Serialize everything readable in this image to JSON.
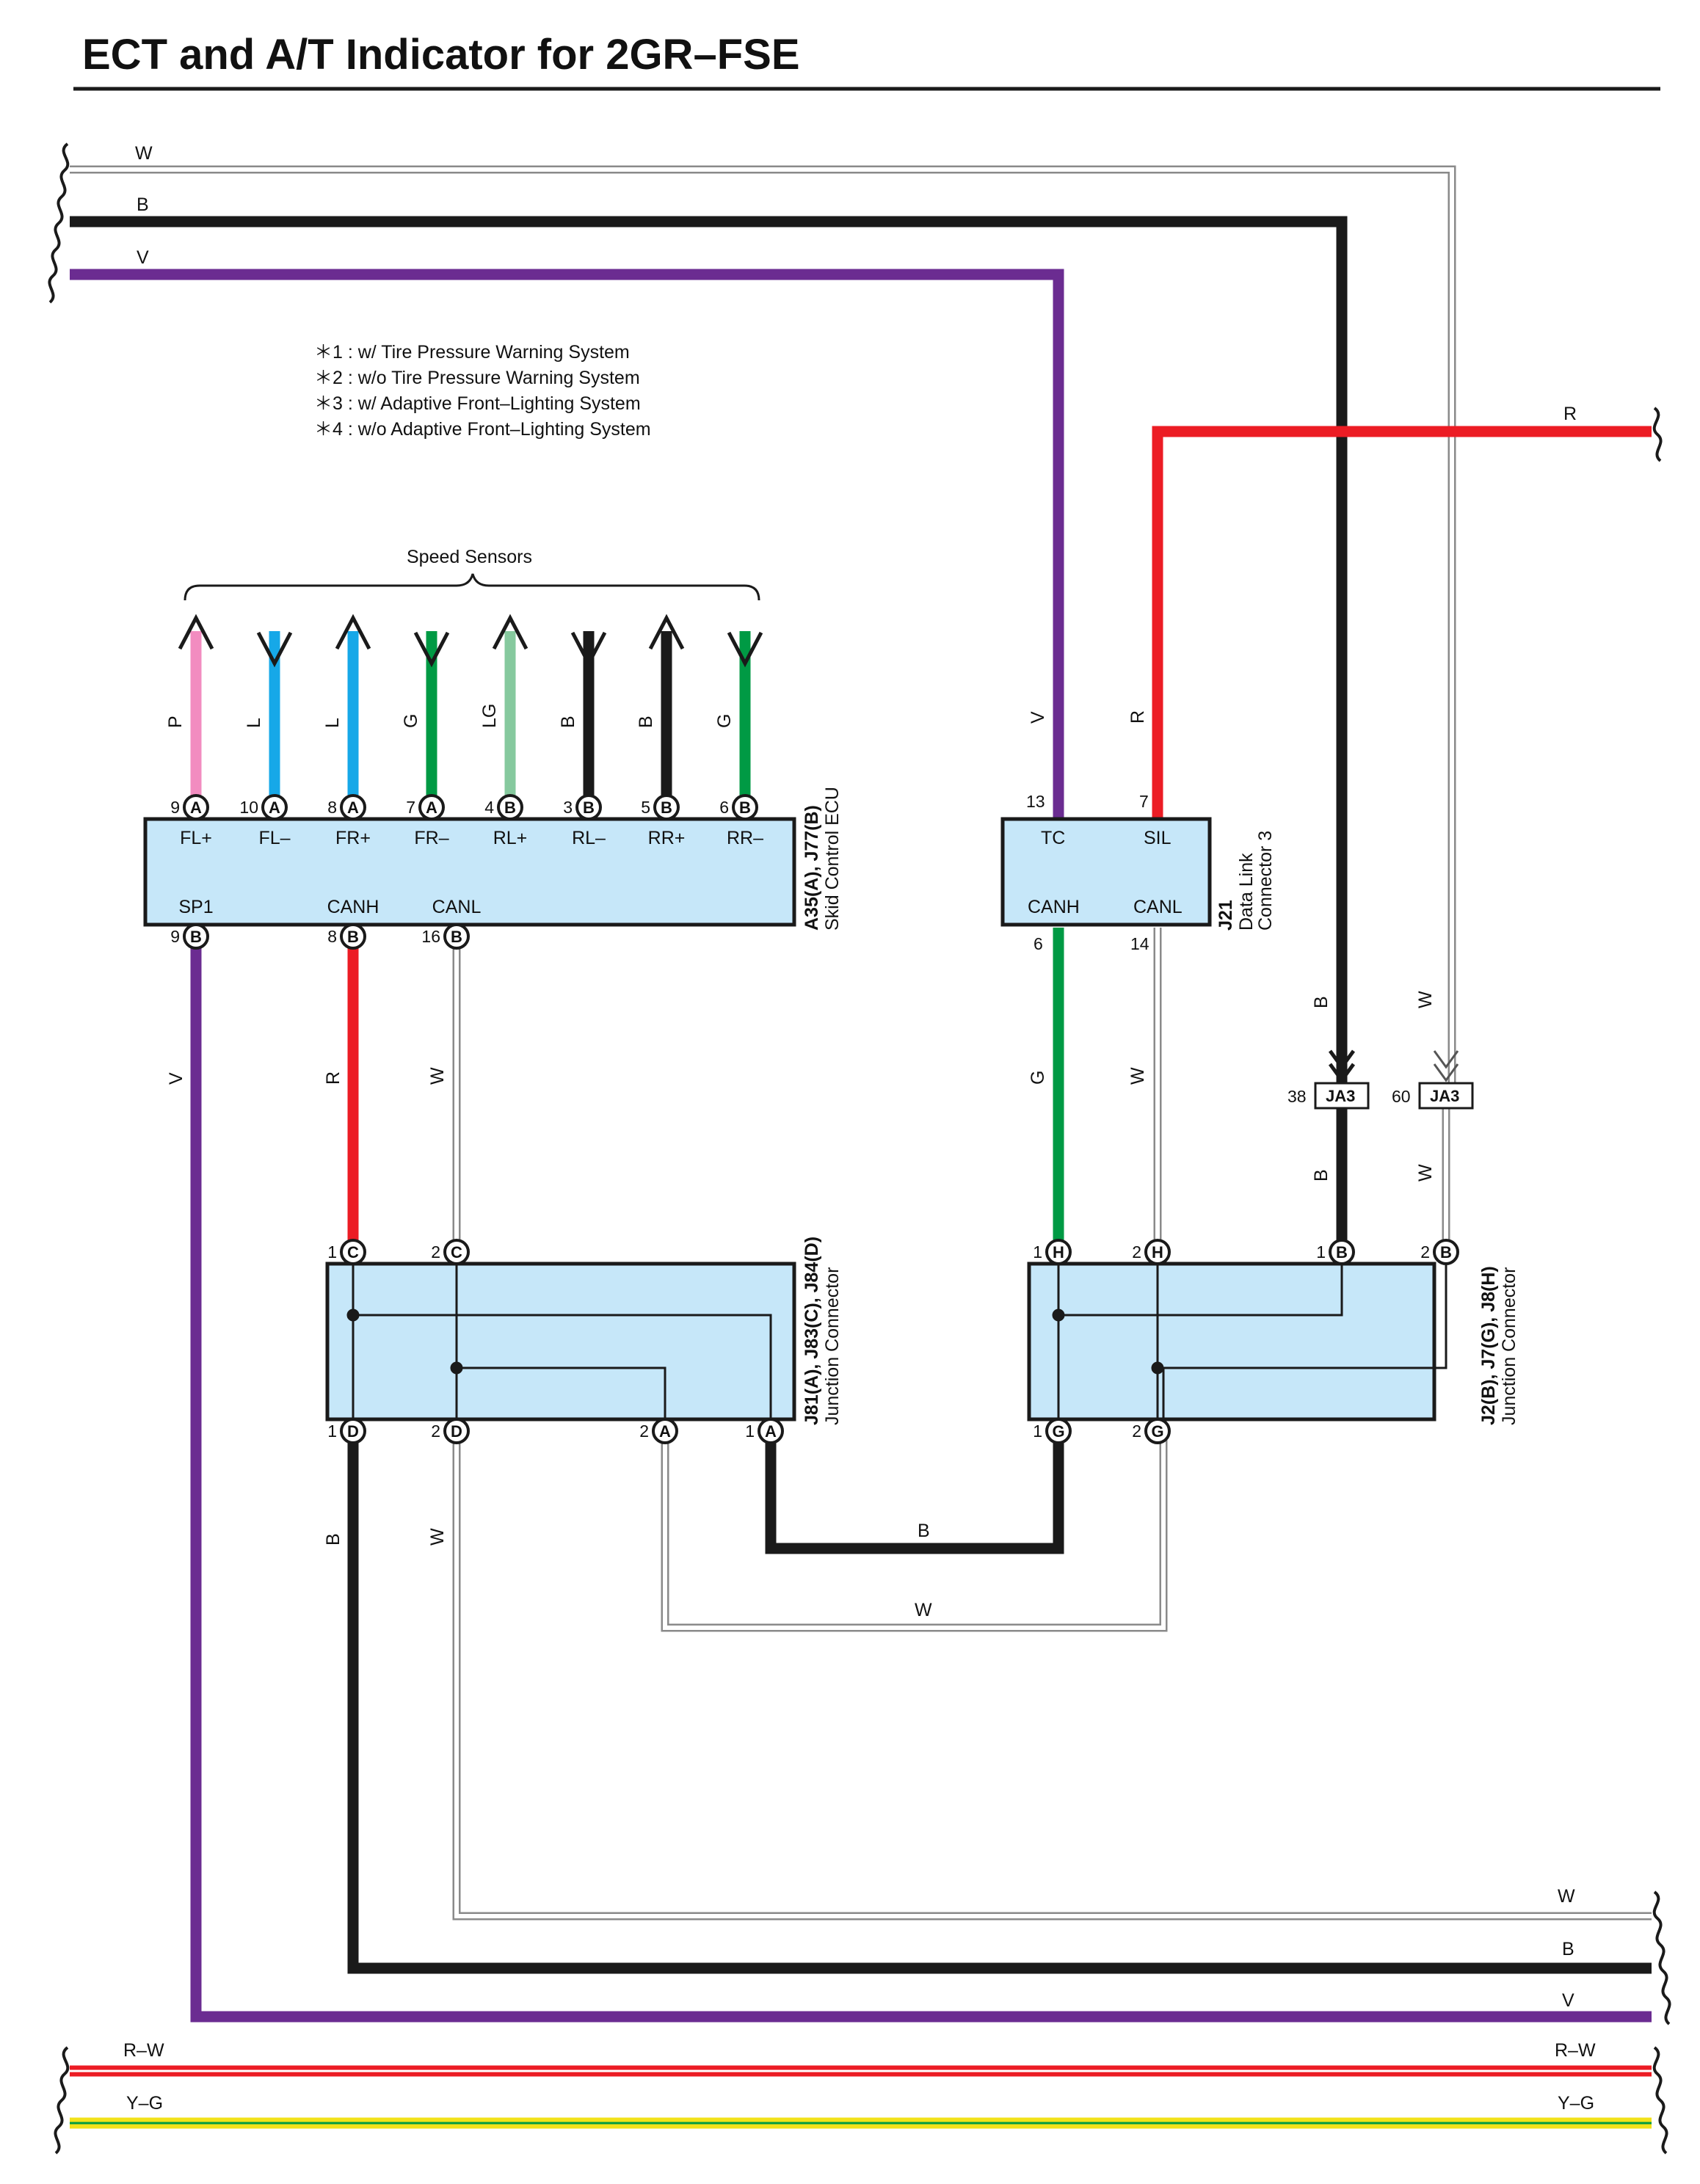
{
  "title": "ECT and A/T Indicator for 2GR–FSE",
  "notes": [
    "＊1 : w/ Tire Pressure Warning System",
    "＊2 : w/o Tire Pressure Warning System",
    "＊3 : w/ Adaptive Front–Lighting System",
    "＊4 : w/o Adaptive Front–Lighting System"
  ],
  "speed_sensors_label": "Speed Sensors",
  "colors": {
    "W": "#ffffff",
    "B": "#1a1a1a",
    "V": "#6b2c91",
    "R": "#ec1c24",
    "P": "#f28cc0",
    "L": "#16a8e8",
    "G": "#009a44",
    "LG": "#86c99e",
    "Y": "#f2e21a",
    "box": "#c6e7f9"
  },
  "wires": {
    "top_w": "W",
    "top_b": "B",
    "top_v": "V",
    "top_r": "R",
    "bot_w": "W",
    "bot_b": "B",
    "bot_v": "V",
    "rw_left": "R–W",
    "rw_right": "R–W",
    "yg_left": "Y–G",
    "yg_right": "Y–G",
    "mid_b": "B",
    "mid_w": "W"
  },
  "skid_ecu": {
    "code": "A35(A), J77(B)",
    "name": "Skid Control ECU",
    "top_pins": [
      {
        "num": "9",
        "conn": "A",
        "label": "FL+",
        "wire": "P",
        "dir": "up"
      },
      {
        "num": "10",
        "conn": "A",
        "label": "FL–",
        "wire": "L",
        "dir": "down"
      },
      {
        "num": "8",
        "conn": "A",
        "label": "FR+",
        "wire": "L",
        "dir": "up"
      },
      {
        "num": "7",
        "conn": "A",
        "label": "FR–",
        "wire": "G",
        "dir": "down"
      },
      {
        "num": "4",
        "conn": "B",
        "label": "RL+",
        "wire": "LG",
        "dir": "up"
      },
      {
        "num": "3",
        "conn": "B",
        "label": "RL–",
        "wire": "B",
        "dir": "down"
      },
      {
        "num": "5",
        "conn": "B",
        "label": "RR+",
        "wire": "B",
        "dir": "up"
      },
      {
        "num": "6",
        "conn": "B",
        "label": "RR–",
        "wire": "G",
        "dir": "down"
      }
    ],
    "bottom_pins": [
      {
        "num": "9",
        "conn": "B",
        "label": "SP1",
        "wire": "V"
      },
      {
        "num": "8",
        "conn": "B",
        "label": "CANH",
        "wire": "R"
      },
      {
        "num": "16",
        "conn": "B",
        "label": "CANL",
        "wire": "W"
      }
    ]
  },
  "dlc3": {
    "code": "J21",
    "name1": "Data Link",
    "name2": "Connector 3",
    "pins": [
      {
        "num": "13",
        "label": "TC",
        "wire": "V"
      },
      {
        "num": "7",
        "label": "SIL",
        "wire": "R"
      },
      {
        "num": "6",
        "label": "CANH",
        "wire": "G"
      },
      {
        "num": "14",
        "label": "CANL",
        "wire": "W"
      }
    ]
  },
  "ja3": [
    {
      "num": "38",
      "label": "JA3",
      "wire_in": "B",
      "wire_out": "B"
    },
    {
      "num": "60",
      "label": "JA3",
      "wire_in": "W",
      "wire_out": "W"
    }
  ],
  "jc_left": {
    "code": "J81(A), J83(C), J84(D)",
    "name": "Junction Connector",
    "pins": [
      {
        "num": "1",
        "conn": "C"
      },
      {
        "num": "2",
        "conn": "C"
      },
      {
        "num": "1",
        "conn": "D"
      },
      {
        "num": "2",
        "conn": "D"
      },
      {
        "num": "2",
        "conn": "A"
      },
      {
        "num": "1",
        "conn": "A"
      }
    ],
    "wires_below": [
      "B",
      "W"
    ]
  },
  "jc_right": {
    "code": "J2(B), J7(G), J8(H)",
    "name": "Junction Connector",
    "pins": [
      {
        "num": "1",
        "conn": "H"
      },
      {
        "num": "2",
        "conn": "H"
      },
      {
        "num": "1",
        "conn": "B"
      },
      {
        "num": "2",
        "conn": "B"
      },
      {
        "num": "1",
        "conn": "G"
      },
      {
        "num": "2",
        "conn": "G"
      }
    ]
  },
  "wire_labels_vertical": {
    "ecu_sp1": "V",
    "ecu_canh": "R",
    "ecu_canl": "W",
    "dlc_tc": "V",
    "dlc_sil": "R",
    "dlc_canh": "G",
    "dlc_canl": "W",
    "ja3_38_in": "B",
    "ja3_60_in": "W",
    "ja3_38_out": "B",
    "ja3_60_out": "W",
    "jcl_d1": "B",
    "jcl_d2": "W"
  }
}
